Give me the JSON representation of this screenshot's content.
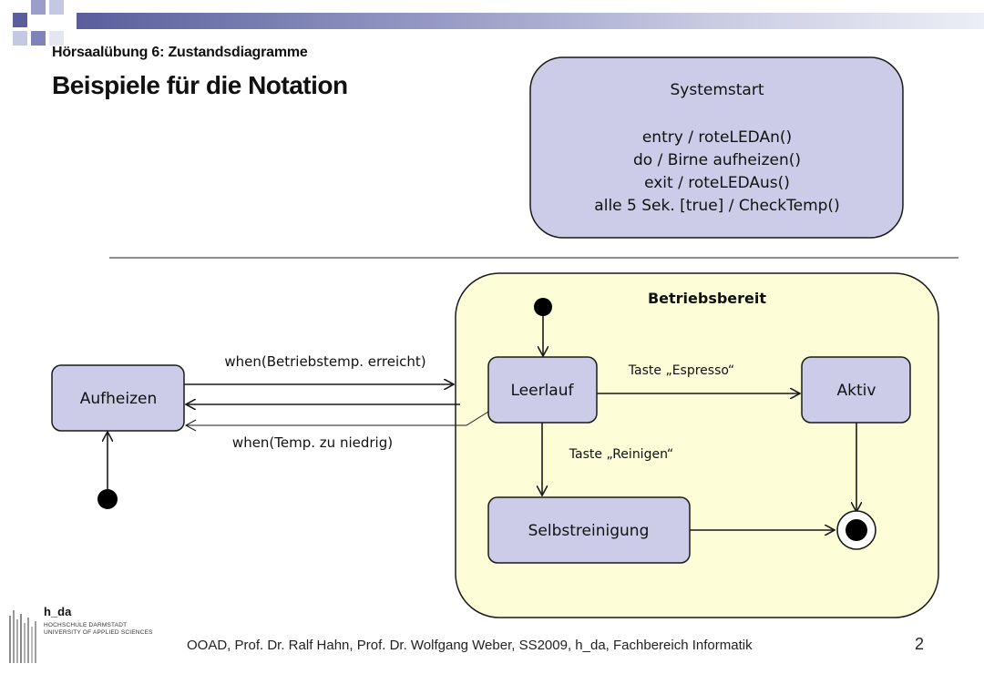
{
  "header": {
    "subtitle": "Hörsaalübung 6: Zustandsdiagramme",
    "title": "Beispiele für die Notation"
  },
  "state_systemstart": {
    "name": "Systemstart",
    "activities": [
      "entry / roteLEDAn()",
      "do / Birne aufheizen()",
      "exit / roteLEDAus()",
      "alle 5  Sek. [true] / CheckTemp()"
    ]
  },
  "composite_state": {
    "name": "Betriebsbereit"
  },
  "states": {
    "aufheizen": "Aufheizen",
    "leerlauf": "Leerlauf",
    "aktiv": "Aktiv",
    "selbstreinigung": "Selbstreinigung"
  },
  "transitions": {
    "to_betriebsbereit": "when(Betriebstemp. erreicht)",
    "to_aufheizen": "when(Temp. zu niedrig)",
    "espresso": "Taste „Espresso“",
    "reinigen": "Taste „Reinigen“"
  },
  "logo": {
    "mark": "h_da",
    "line1": "HOCHSCHULE DARMSTADT",
    "line2": "UNIVERSITY OF APPLIED SCIENCES"
  },
  "footer": {
    "text": "OOAD, Prof. Dr. Ralf Hahn, Prof. Dr. Wolfgang Weber, SS2009, h_da, Fachbereich Informatik",
    "page": "2"
  },
  "colors": {
    "state_fill": "#cccce8",
    "composite_fill": "#fdfdd8",
    "stroke": "#1a1a1a"
  }
}
